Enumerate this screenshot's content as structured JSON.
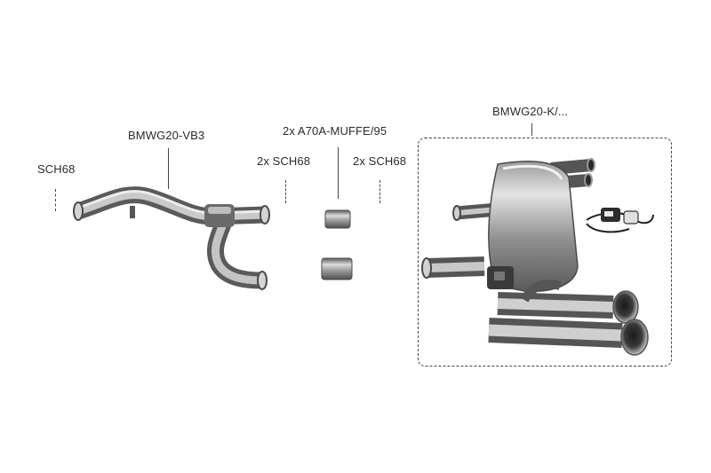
{
  "labels": {
    "sch68_left": "SCH68",
    "bmwg20_vb3": "BMWG20-VB3",
    "sch68_mid": "2x SCH68",
    "muffe": "2x A70A-MUFFE/95",
    "sch68_right": "2x SCH68",
    "bmwg20_k": "BMWG20-K/..."
  },
  "colors": {
    "metal_dark": "#6e6e6e",
    "metal_mid": "#a3a3a3",
    "metal_light": "#d8d8d8",
    "line": "#444444"
  }
}
